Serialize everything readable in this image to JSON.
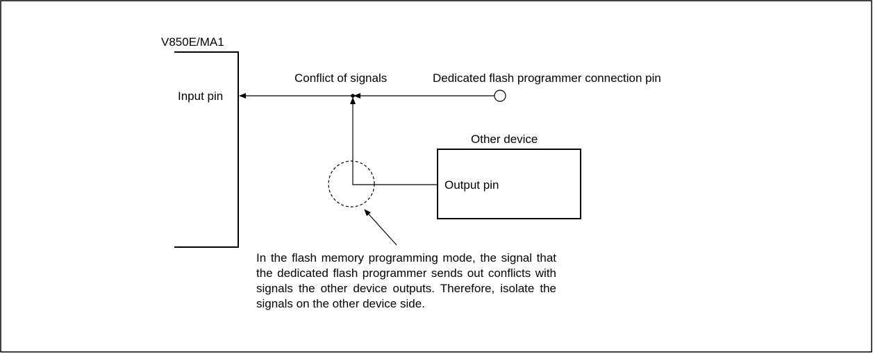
{
  "chip": {
    "name": "V850E/MA1",
    "input_pin_label": "Input pin"
  },
  "junction": {
    "label": "Conflict of signals"
  },
  "programmer": {
    "connection_pin_label": "Dedicated flash programmer connection pin"
  },
  "other_device": {
    "title": "Other device",
    "output_pin_label": "Output pin"
  },
  "note": {
    "text": "In the flash memory programming mode, the signal that the dedicated flash programmer sends out conflicts with signals the other device outputs.  Therefore, isolate the signals on the other device side."
  },
  "colors": {
    "line": "#000000",
    "background": "#ffffff"
  }
}
